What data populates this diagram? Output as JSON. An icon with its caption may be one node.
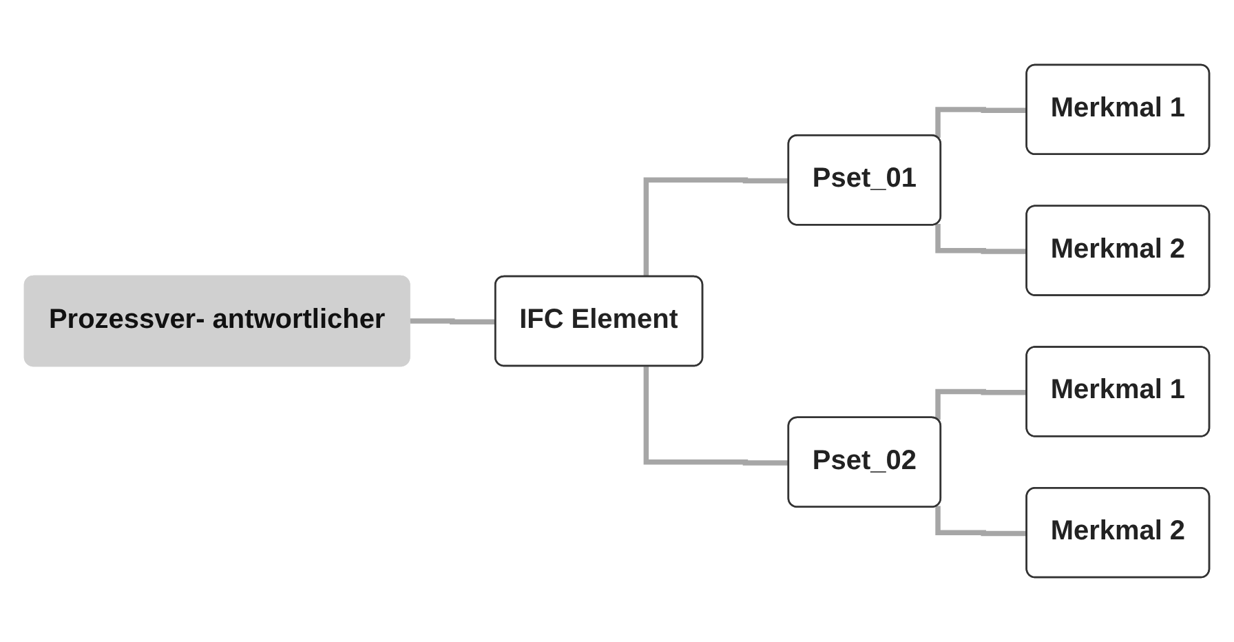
{
  "diagram": {
    "nodes": [
      {
        "text": [
          "Prozessver- antwortlicher"
        ]
      },
      {
        "text": [
          "IFC Element"
        ]
      },
      {
        "text": [
          "Pset_01"
        ]
      },
      {
        "text": [
          "Pset_02"
        ]
      },
      {
        "text": [
          "Merkmal 1"
        ]
      },
      {
        "text": [
          "Merkmal 2"
        ]
      },
      {
        "text": [
          "Merkmal 1"
        ]
      },
      {
        "text": [
          "Merkmal 2"
        ]
      }
    ],
    "edges": [
      {
        "from": 0,
        "to": 1,
        "arrow": "none"
      },
      {
        "from": 1,
        "to": 2,
        "arrow": "none"
      },
      {
        "from": 1,
        "to": 3,
        "arrow": "none"
      },
      {
        "from": 2,
        "to": 4,
        "arrow": "none"
      },
      {
        "from": 2,
        "to": 5,
        "arrow": "none"
      },
      {
        "from": 3,
        "to": 6,
        "arrow": "none"
      },
      {
        "from": 3,
        "to": 7,
        "arrow": "none"
      }
    ]
  }
}
